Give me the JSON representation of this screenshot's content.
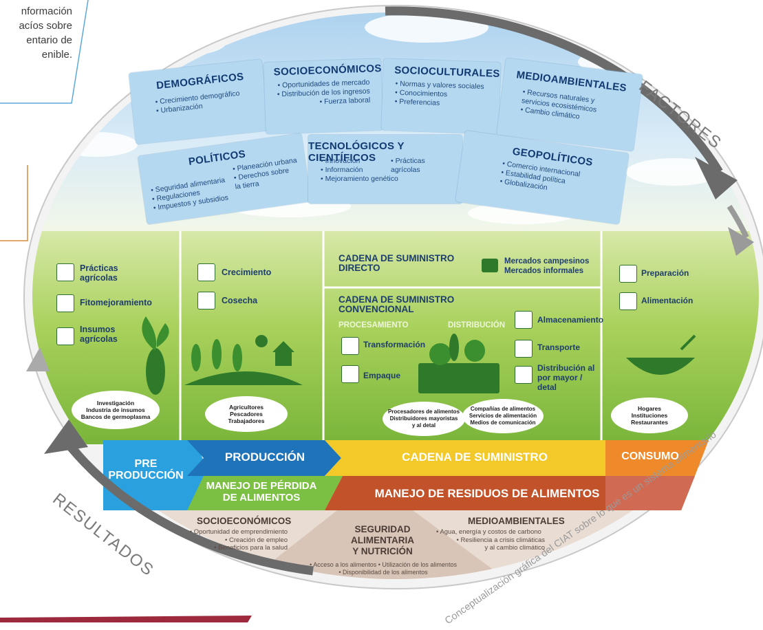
{
  "callout": {
    "text": "nformación\nacíos sobre\nentario de\nenible."
  },
  "outer": {
    "factores": "FACTORES",
    "resultados": "RESULTADOS",
    "caption": "Conceptualización gráfica del CIAT sobre lo que es un sistema alimentario"
  },
  "factors": {
    "demograficos": {
      "title": "DEMOGRÁFICOS",
      "items": [
        "• Crecimiento demográfico",
        "• Urbanización"
      ]
    },
    "socioeconomicos": {
      "title": "SOCIOECONÓMICOS",
      "items": [
        "• Oportunidades de mercado",
        "• Distribución de los ingresos",
        "• Fuerza laboral"
      ]
    },
    "socioculturales": {
      "title": "SOCIOCULTURALES",
      "items": [
        "• Normas y valores sociales",
        "• Conocimientos",
        "• Preferencias"
      ]
    },
    "medioambientales": {
      "title": "MEDIOAMBIENTALES",
      "items": [
        "• Recursos naturales y",
        "servicios ecosistémicos",
        "• Cambio climático"
      ]
    },
    "politicos": {
      "title": "POLÍTICOS",
      "items_a": [
        "• Seguridad alimentaria",
        "• Regulaciones",
        "• Impuestos y subsidios"
      ],
      "items_b": [
        "• Planeación urbana",
        "• Derechos sobre",
        "la tierra"
      ]
    },
    "tecnologicos": {
      "title": "TECNOLÓGICOS Y CIENTÍFICOS",
      "items_a": [
        "• Innovación",
        "• Información",
        "• Mejoramiento genético"
      ],
      "items_b": [
        "• Prácticas",
        "agrícolas"
      ]
    },
    "geopoliticos": {
      "title": "GEOPOLÍTICOS",
      "items": [
        "• Comercio internacional",
        "• Estabilidad política",
        "• Globalización"
      ]
    }
  },
  "pre": {
    "items": [
      "Prácticas agrícolas",
      "Fitomejoramiento",
      "Insumos agrícolas"
    ],
    "actors": [
      "Investigación",
      "Industria de insumos",
      "Bancos de germoplasma"
    ]
  },
  "prod": {
    "items": [
      "Crecimiento",
      "Cosecha"
    ],
    "actors": [
      "Agricultores",
      "Pescadores",
      "Trabajadores"
    ]
  },
  "cadena": {
    "directo": [
      "CADENA DE SUMINISTRO",
      "DIRECTO"
    ],
    "mercados": [
      "Mercados campesinos",
      "Mercados informales"
    ],
    "convencional": [
      "CADENA DE SUMINISTRO",
      "CONVENCIONAL"
    ],
    "procesamiento": "PROCESAMIENTO",
    "distribucion": "DISTRIBUCIÓN",
    "transformacion": "Transformación",
    "empaque": "Empaque",
    "almacenamiento": "Almacenamiento",
    "transporte": "Transporte",
    "mayor": [
      "Distribución al",
      "por mayor /",
      "detal"
    ],
    "actors1": [
      "Procesadores de alimentos",
      "Distribuidores mayoristas",
      "y al detal"
    ],
    "actors2": [
      "Compañías de alimentos",
      "Servicios de alimentación",
      "Medios de comunicación"
    ]
  },
  "consumo": {
    "items": [
      "Preparación",
      "Alimentación"
    ],
    "actors": [
      "Hogares",
      "Instituciones",
      "Restaurantes"
    ]
  },
  "bands": {
    "pre": [
      "PRE",
      "PRODUCCIÓN"
    ],
    "produccion": "PRODUCCIÓN",
    "cadena": "CADENA DE SUMINISTRO",
    "consumo": "CONSUMO",
    "perdida": [
      "MANEJO DE PÉRDIDA",
      "DE ALIMENTOS"
    ],
    "residuos": "MANEJO DE RESIDUOS DE ALIMENTOS"
  },
  "outcomes": {
    "socio": {
      "title": "SOCIOECONÓMICOS",
      "items": [
        "• Oportunidad de emprendimiento",
        "• Creación de empleo",
        "• Beneficios para la salud"
      ]
    },
    "seguridad": {
      "title": [
        "SEGURIDAD",
        "ALIMENTARIA",
        "Y NUTRICIÓN"
      ],
      "items": [
        "• Acceso a los alimentos  • Utilización de los alimentos",
        "• Disponibilidad de los alimentos"
      ]
    },
    "medio": {
      "title": "MEDIOAMBIENTALES",
      "items": [
        "• Agua, energía y costos de carbono",
        "• Resiliencia a crisis climáticas",
        "y al cambio climático"
      ]
    }
  },
  "colors": {
    "sky": "#cfe4f3",
    "field": "#9ccb4f",
    "blue_band": "#1f73b8",
    "pre_band": "#2aa1de",
    "yellow": "#f2c928",
    "orange": "#ee8a2a",
    "green_band": "#7cc043",
    "rust": "#c2522a"
  }
}
